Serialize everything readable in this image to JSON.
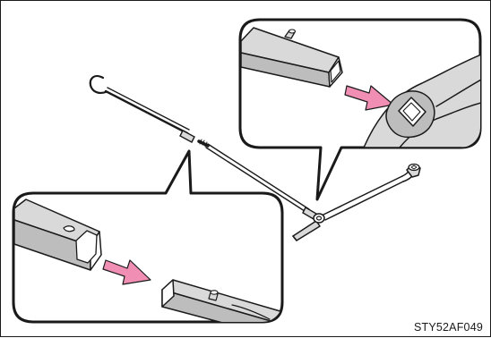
{
  "figure": {
    "code_label": "STY52AF049",
    "colors": {
      "outline": "#1a1a1a",
      "tool_fill": "#d9d9d9",
      "tool_shade": "#bdbdbd",
      "arrow_fill": "#f08fb3",
      "background": "#ffffff"
    },
    "parts": [
      "jack-handle-hook-rod",
      "jack-handle-extension",
      "wheel-nut-wrench"
    ],
    "callouts": [
      "wrench-socket-connection-detail",
      "rod-joint-connection-detail"
    ]
  }
}
